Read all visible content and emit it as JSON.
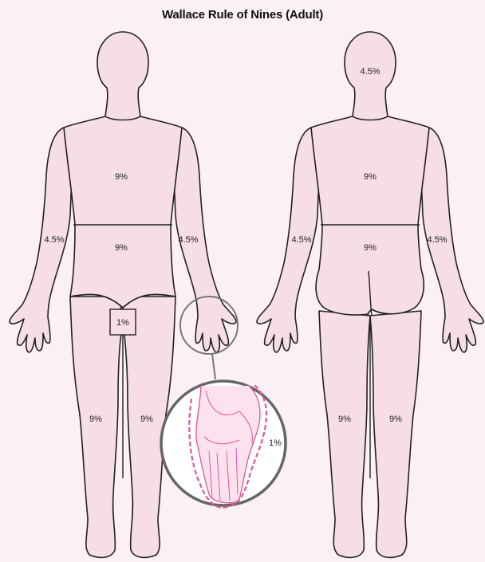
{
  "title": "Wallace Rule of Nines (Adult)",
  "front": {
    "chest": "9%",
    "abdomen": "9%",
    "left_arm": "4.5%",
    "right_arm": "4.5%",
    "genitals": "1%",
    "left_leg": "9%",
    "right_leg": "9%"
  },
  "back": {
    "head": "4.5%",
    "upper_back": "9%",
    "lower_back": "9%",
    "left_arm": "4.5%",
    "right_arm": "4.5%",
    "left_leg": "9%",
    "right_leg": "9%"
  },
  "palm_inset": {
    "label": "1%"
  },
  "colors": {
    "skin": "#f6dde8",
    "outline": "#222222",
    "palm_highlight": "#e0559a",
    "background": "#fbf0f4"
  }
}
